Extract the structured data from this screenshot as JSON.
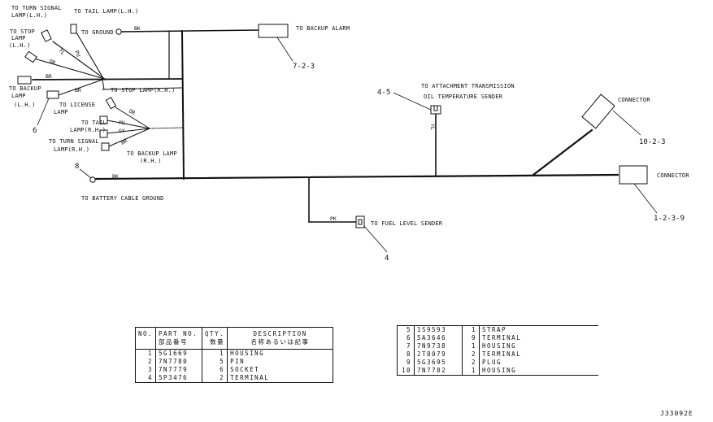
{
  "labels": {
    "turn_signal_lh": [
      "TO TURN SIGNAL",
      "LAMP(L.H.)"
    ],
    "tail_lamp_lh": "TO TAIL LAMP(L.H.)",
    "stop_lamp_lh": [
      "TO STOP",
      "LAMP",
      "(L.H.)"
    ],
    "ground": "TO GROUND",
    "backup_lamp_lh": [
      "TO BACKUP",
      "LAMP",
      "(L.H.)"
    ],
    "license_lamp": [
      "TO LICENSE",
      "LAMP"
    ],
    "stop_lamp_rh": "TO STOP LAMP(R.H.)",
    "tail_lamp_rh": [
      "TO TAIL",
      "LAMP(R.H.)"
    ],
    "turn_signal_rh": [
      "TO TURN SIGNAL",
      "LAMP(R.H.)"
    ],
    "backup_lamp_rh": [
      "TO BACKUP LAMP",
      "(R.H.)"
    ],
    "backup_alarm": "TO BACKUP ALARM",
    "transmission_sender": [
      "TO ATTACHMENT TRANSMISSION",
      "OIL TEMPERATURE SENDER"
    ],
    "connector_upper": "CONNECTOR",
    "connector_right": "CONNECTOR",
    "battery_ground": "TO BATTERY CABLE GROUND",
    "fuel_sender": "TO FUEL LEVEL SENDER"
  },
  "wire_colors": {
    "tail_lh": "PU",
    "stop_lh": "YL",
    "turn_lh": "OR",
    "ground": "BK",
    "backup_lh_1": "BR",
    "backup_lh_2": "BR",
    "stop_rh": "OR",
    "tail_rh": "PU",
    "turn_rh": "GY",
    "backup_rh": "BR",
    "sender": "YL",
    "battery": "BK",
    "fuel": "PK"
  },
  "callouts": {
    "alarm": "7-2-3",
    "sender": "4-5",
    "connector_upper": "10-2-3",
    "connector_right": "1-2-3-9",
    "fuel": "4",
    "license": "6",
    "battery": "8"
  },
  "parts_table_left": {
    "headers": {
      "no": "NO.",
      "part_no": [
        "PART NO.",
        "部品番号"
      ],
      "qty": [
        "QTY.",
        "数量"
      ],
      "description": [
        "DESCRIPTION",
        "名称あるいは記事"
      ]
    },
    "rows": [
      {
        "no": "1",
        "part_no": "5G1669",
        "qty": "1",
        "description": "HOUSING"
      },
      {
        "no": "2",
        "part_no": "7N7780",
        "qty": "5",
        "description": "PIN"
      },
      {
        "no": "3",
        "part_no": "7N7779",
        "qty": "6",
        "description": "SOCKET"
      },
      {
        "no": "4",
        "part_no": "5P3476",
        "qty": "2",
        "description": "TERMINAL"
      }
    ]
  },
  "parts_table_right": {
    "rows": [
      {
        "no": "5",
        "part_no": "1S9593",
        "qty": "1",
        "description": "STRAP"
      },
      {
        "no": "6",
        "part_no": "5A3646",
        "qty": "9",
        "description": "TERMINAL"
      },
      {
        "no": "7",
        "part_no": "7N9738",
        "qty": "1",
        "description": "HOUSING"
      },
      {
        "no": "8",
        "part_no": "2T8079",
        "qty": "2",
        "description": "TERMINAL"
      },
      {
        "no": "9",
        "part_no": "5G3695",
        "qty": "2",
        "description": "PLUG"
      },
      {
        "no": "10",
        "part_no": "7N7782",
        "qty": "1",
        "description": "HOUSING"
      }
    ]
  },
  "drawing_id": "J33092E"
}
